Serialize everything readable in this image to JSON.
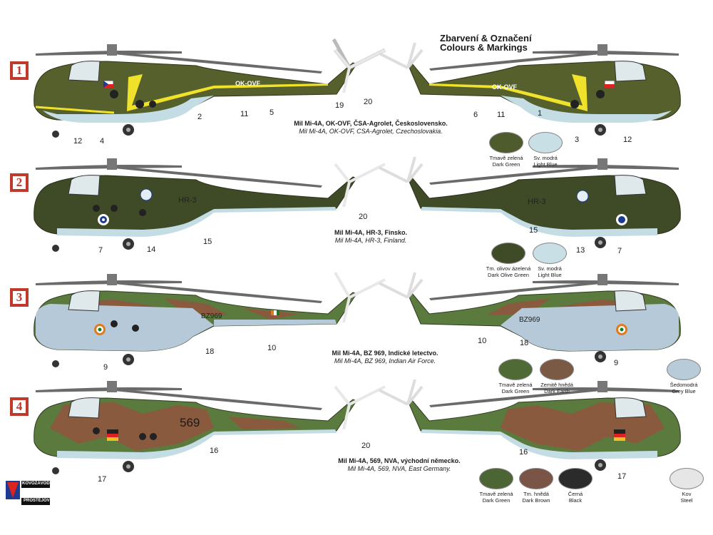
{
  "header": {
    "line1": "Zbarvení & Označení",
    "line2": "Colours & Markings"
  },
  "schemes": [
    {
      "number": "1",
      "caption_bold": "Mil Mi-4A, OK-OVF, ČSA-Agrolet, Československo.",
      "caption_italic": "Mil Mi-4A, OK-OVF, CSA-Agrolet, Czechoslovakia.",
      "registration": "OK-OVF"
    },
    {
      "number": "2",
      "caption_bold": "Mil Mi-4A, HR-3, Finsko.",
      "caption_italic": "Mil Mi-4A, HR-3, Finland.",
      "registration": "HR-3"
    },
    {
      "number": "3",
      "caption_bold": "Mil Mi-4A, BZ 969, Indické letectvo.",
      "caption_italic": "Mil Mi-4A, BZ 969, Indian Air Force.",
      "registration": "BZ969"
    },
    {
      "number": "4",
      "caption_bold": "Mil Mi-4A, 569, NVA, východní německo.",
      "caption_italic": "Mil Mi-4A, 569, NVA, East Germany.",
      "registration": "569"
    }
  ],
  "callouts": {
    "s1_left": [
      "12",
      "4",
      "2",
      "11",
      "5",
      "19",
      "20"
    ],
    "s1_right": [
      "6",
      "11",
      "1",
      "3",
      "12"
    ],
    "s2_left": [
      "7",
      "14",
      "15",
      "20"
    ],
    "s2_right": [
      "15",
      "13",
      "7"
    ],
    "s3_left": [
      "9",
      "18",
      "10"
    ],
    "s3_right": [
      "10",
      "18",
      "9"
    ],
    "s4_left": [
      "17",
      "16",
      "20"
    ],
    "s4_right": [
      "16",
      "17"
    ]
  },
  "swatches": {
    "s1": [
      {
        "cz": "Tmavě zelená",
        "en": "Dark Green",
        "color": "#4e5b2d"
      },
      {
        "cz": "Sv. modrá",
        "en": "Light Blue",
        "color": "#c9dfe6"
      }
    ],
    "s2": [
      {
        "cz": "Tm. olivov ázelená",
        "en": "Dark Olive Green",
        "color": "#3f4a26"
      },
      {
        "cz": "Sv. modrá",
        "en": "Light Blue",
        "color": "#c9dfe6"
      }
    ],
    "s3": [
      {
        "cz": "Tmavě zelená",
        "en": "Dark Green",
        "color": "#4f6a35"
      },
      {
        "cz": "Zemitě hnědá",
        "en": "Dark Earth",
        "color": "#7a5a45"
      },
      {
        "cz": "Šedomodrá",
        "en": "Grey Blue",
        "color": "#b8cbd9"
      }
    ],
    "s4": [
      {
        "cz": "Tmavě zelená",
        "en": "Dark Green",
        "color": "#4c6534"
      },
      {
        "cz": "Tm. hnědá",
        "en": "Dark Brown",
        "color": "#7a5446"
      },
      {
        "cz": "Černá",
        "en": "Black",
        "color": "#2b2b2b"
      },
      {
        "cz": "Kov",
        "en": "Steel",
        "color": "#e6e6e6"
      }
    ]
  },
  "logo": {
    "line1": "KOVOZÁVODY",
    "line2": "PROSTĚJOV"
  },
  "colors": {
    "olive": "#56602c",
    "olive_dark": "#3d4722",
    "light_blue": "#c4dde4",
    "camo_green": "#5a7a3e",
    "camo_brown": "#8a5a3e",
    "grey_blue": "#b6c9d8",
    "yellow": "#f0e22a",
    "badge_red": "#c0392b"
  }
}
